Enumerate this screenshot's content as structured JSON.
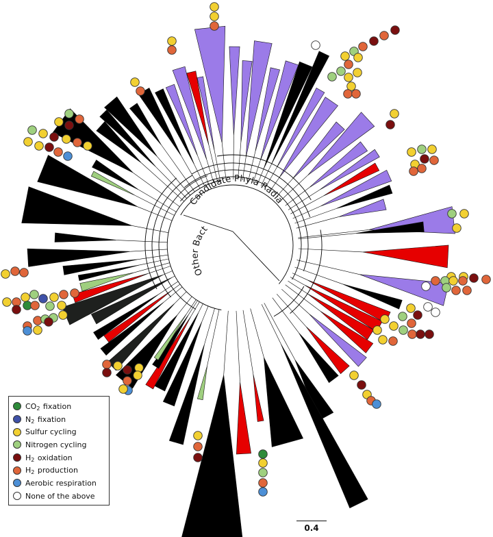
{
  "colors": {
    "cpr_clade": "#9b7be8",
    "other_clade": "#000000",
    "highlight_clade": "#e60000",
    "nitrogen_clade": "#9fcf7f",
    "dark_clade": "#1e201e",
    "branch": "#000000"
  },
  "labels": {
    "cpr": "Candidate Phyla Radiation",
    "other": "Other Bacteria"
  },
  "legend": {
    "items": [
      {
        "color": "#2e8b3a",
        "main": "CO",
        "sub": "2",
        "rest": " fixation"
      },
      {
        "color": "#3f51a8",
        "main": "N",
        "sub": "2",
        "rest": " fixation"
      },
      {
        "color": "#f2d031",
        "main": "Sulfur cycling",
        "sub": "",
        "rest": ""
      },
      {
        "color": "#9fd07f",
        "main": "Nitrogen cycling",
        "sub": "",
        "rest": ""
      },
      {
        "color": "#7a0f0f",
        "main": "H",
        "sub": "2",
        "rest": " oxidation"
      },
      {
        "color": "#e0663a",
        "main": "H",
        "sub": "2",
        "rest": " production"
      },
      {
        "color": "#4c8fd6",
        "main": "Aerobic respiration",
        "sub": "",
        "rest": ""
      },
      {
        "color": "#ffffff",
        "main": "None of the above",
        "sub": "",
        "rest": ""
      }
    ]
  },
  "scale": {
    "label": "0.4"
  },
  "function_colors": {
    "C": "#2e8b3a",
    "N": "#3f51a8",
    "S": "#f2d031",
    "G": "#9fd07f",
    "O": "#7a0f0f",
    "P": "#e0663a",
    "A": "#4c8fd6",
    "W": "#ffffff"
  }
}
